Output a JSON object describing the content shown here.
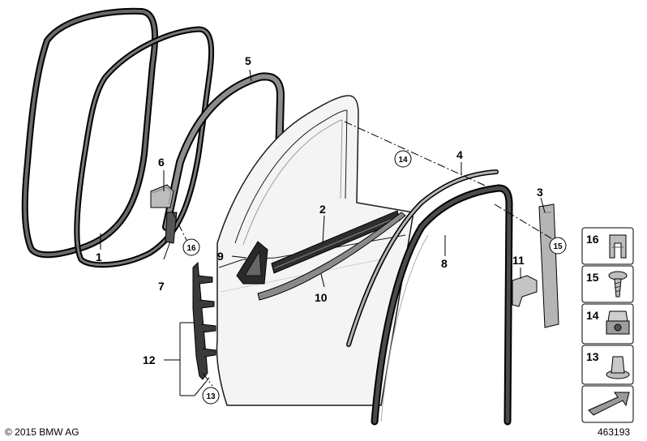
{
  "callouts": {
    "c1": "1",
    "c2": "2",
    "c3": "3",
    "c4": "4",
    "c5": "5",
    "c6": "6",
    "c7": "7",
    "c8": "8",
    "c9": "9",
    "c10": "10",
    "c11": "11",
    "c12": "12",
    "c13": "13",
    "c14": "14",
    "c15": "15",
    "c16": "16"
  },
  "parts_table": {
    "rows": [
      {
        "label": "16",
        "icon": "clip-icon"
      },
      {
        "label": "15",
        "icon": "screw-icon"
      },
      {
        "label": "14",
        "icon": "expanding-nut-icon"
      },
      {
        "label": "13",
        "icon": "plastic-rivet-icon"
      }
    ],
    "footer_icon": "direction-arrow-icon"
  },
  "footer": {
    "copyright": "© 2015 BMW AG",
    "diagram_number": "463193"
  },
  "colors": {
    "line": "#000000",
    "seal": "#3d3d3d",
    "part_gray": "#bdbdbd",
    "door_fill": "#f4f4f4"
  }
}
